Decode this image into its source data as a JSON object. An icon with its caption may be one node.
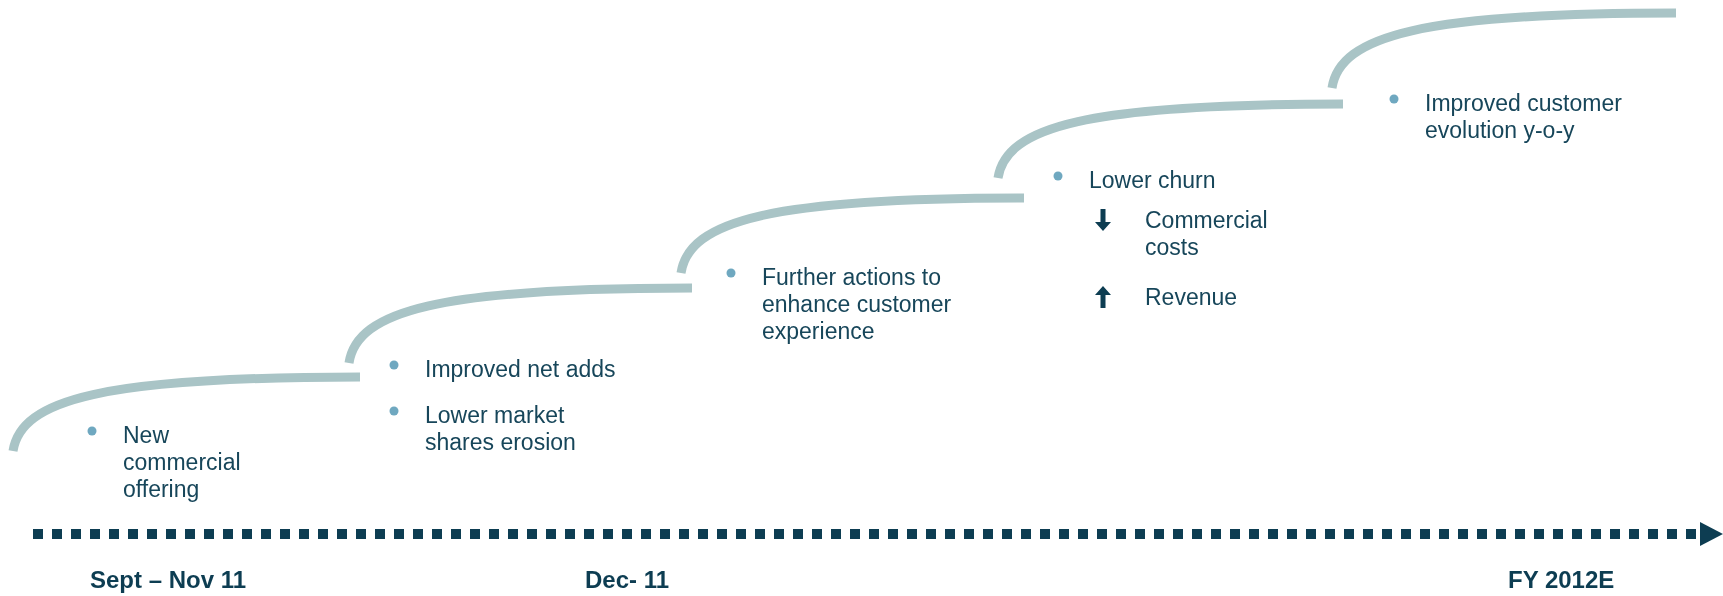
{
  "diagram": {
    "labels": [
      "New commercial offering",
      "Improved net adds",
      "Lower market shares erosion",
      "Further actions to enhance customer experience",
      "Lower churn",
      "Commercial costs",
      "Revenue",
      "Improved customer evolution y-o-y",
      "Sept – Nov 11",
      "Dec- 11",
      "FY 2012E"
    ]
  }
}
